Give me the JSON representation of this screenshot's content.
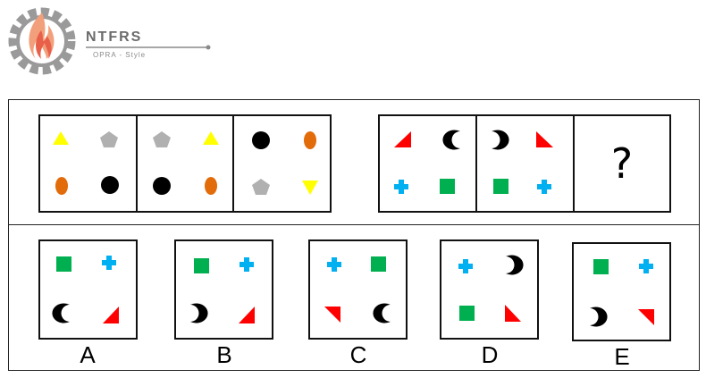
{
  "brand": {
    "name": "NTFRS",
    "tagline": "OPRA - Style",
    "gear_color": "#9a9a9a",
    "flame_colors": [
      "#f2a07b",
      "#e8604a"
    ]
  },
  "colors": {
    "yellow": "#ffff00",
    "gray": "#b0b0b0",
    "orange": "#e26b0a",
    "black": "#000000",
    "red": "#ff0000",
    "blue": "#00b0f0",
    "green": "#00b050"
  },
  "question": {
    "mark": "?",
    "example_group": [
      {
        "shapes": [
          "yellow-triangle",
          "gray-pentagon",
          "orange-oval",
          "black-circle"
        ]
      },
      {
        "shapes": [
          "gray-pentagon",
          "yellow-triangle",
          "black-circle",
          "orange-oval"
        ]
      },
      {
        "shapes": [
          "black-circle",
          "orange-oval",
          "gray-pentagon",
          "yellow-triangle-down"
        ]
      }
    ],
    "test_group": [
      {
        "shapes": [
          "red-right-triangle",
          "black-crescent-left",
          "blue-cross",
          "green-square"
        ]
      },
      {
        "shapes": [
          "black-crescent-right",
          "red-right-triangle-flip",
          "green-square",
          "blue-cross"
        ]
      }
    ]
  },
  "options": [
    {
      "label": "A",
      "shapes": [
        "green-square",
        "blue-cross",
        "black-crescent-left",
        "red-triangle-a"
      ]
    },
    {
      "label": "B",
      "shapes": [
        "green-square",
        "blue-cross",
        "black-crescent-right",
        "red-triangle-a"
      ]
    },
    {
      "label": "C",
      "shapes": [
        "blue-cross",
        "green-square",
        "red-triangle-c",
        "black-crescent-left"
      ]
    },
    {
      "label": "D",
      "shapes": [
        "blue-cross",
        "black-crescent-right",
        "green-square",
        "red-triangle-d"
      ]
    },
    {
      "label": "E",
      "shapes": [
        "green-square",
        "blue-cross",
        "black-crescent-right",
        "red-triangle-e"
      ]
    }
  ]
}
